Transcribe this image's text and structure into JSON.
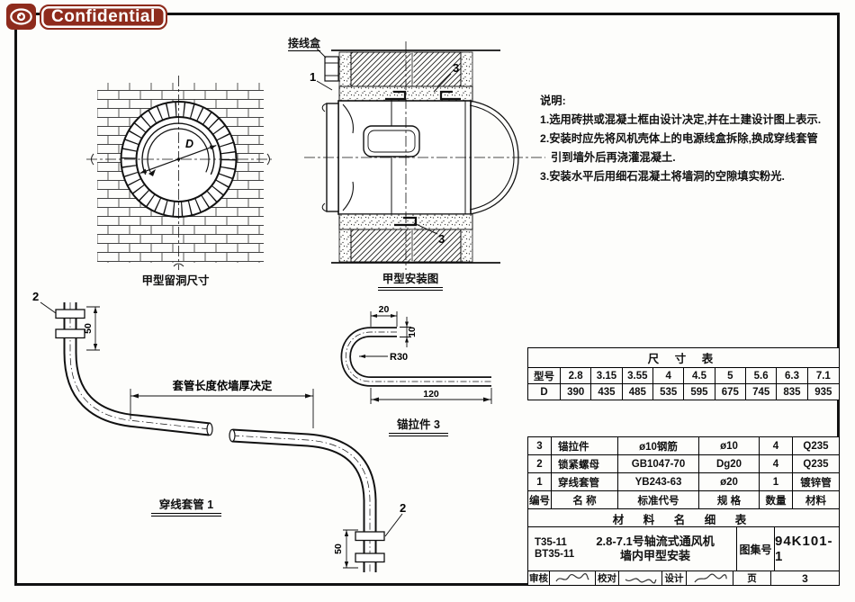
{
  "stamp": {
    "label": "Confidential",
    "color": "#8e2b1c"
  },
  "captions": {
    "hole": "甲型留洞尺寸",
    "install": "甲型安装图",
    "sleeve": "穿线套管 1",
    "anchor": "锚拉件 3"
  },
  "labels": {
    "junction_box": "接线盒",
    "sleeve_length": "套管长度依墙厚决定",
    "diameter": "D",
    "callout_1": "1",
    "callout_2": "2",
    "callout_3": "3",
    "dim_20": "20",
    "dim_10": "10",
    "dim_r30": "R30",
    "dim_120": "120",
    "dim_50": "50"
  },
  "notes": {
    "title": "说明:",
    "lines": [
      "1.选用砖拱或混凝土框由设计决定,并在土建设计图上表示.",
      "2.安装时应先将风机壳体上的电源线盒拆除,换成穿线套管",
      "引到墙外后再浇灌混凝土.",
      "3.安装水平后用细石混凝土将墙洞的空隙填实粉光."
    ]
  },
  "size_table": {
    "title": "尺 寸 表",
    "model_label": "型号",
    "d_label": "D",
    "models": [
      "2.8",
      "3.15",
      "3.55",
      "4",
      "4.5",
      "5",
      "5.6",
      "6.3",
      "7.1"
    ],
    "diameters": [
      "390",
      "435",
      "485",
      "535",
      "595",
      "675",
      "745",
      "835",
      "935"
    ]
  },
  "material_table": {
    "header": [
      "编号",
      "名  称",
      "标准代号",
      "规  格",
      "数量",
      "材料"
    ],
    "rows": [
      [
        "3",
        "锚拉件",
        "ø10钢筋",
        "ø10",
        "4",
        "Q235"
      ],
      [
        "2",
        "锁紧螺母",
        "GB1047-70",
        "Dg20",
        "4",
        "Q235"
      ],
      [
        "1",
        "穿线套管",
        "YB243-63",
        "ø20",
        "1",
        "镀锌管"
      ]
    ],
    "footer": "材 料 名 细 表"
  },
  "title_block": {
    "model_1": "T35-11",
    "model_2": "BT35-11",
    "product": "2.8-7.1号轴流式通风机",
    "install_type": "墙内甲型安装",
    "atlas_label": "图集号",
    "atlas_number": "94K101-1",
    "review_label": "审核",
    "proof_label": "校对",
    "design_label": "设计",
    "page_label": "页",
    "page_number": "3"
  }
}
